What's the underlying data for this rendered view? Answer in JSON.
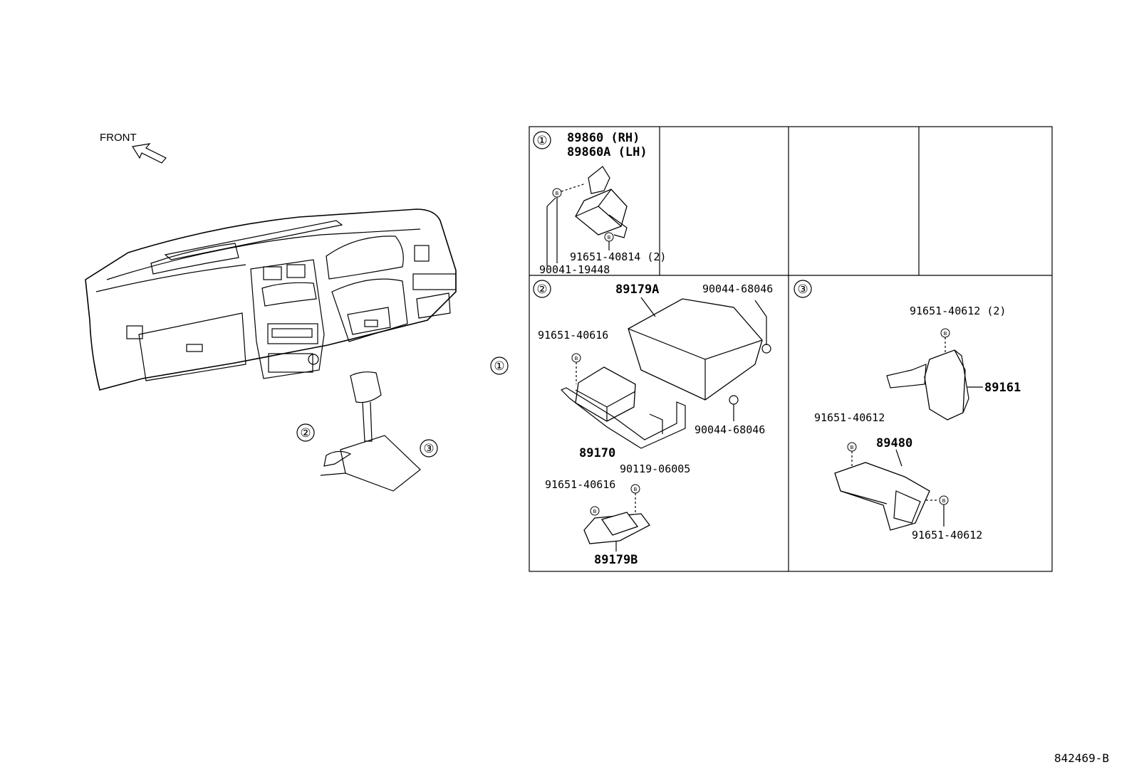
{
  "direction": {
    "label": "FRONT"
  },
  "callouts": {
    "overview_1": "①",
    "overview_2": "②",
    "overview_3": "③",
    "panel_1": "①",
    "panel_2": "②",
    "panel_3": "③"
  },
  "panel_1": {
    "part_rh": "89860  (RH)",
    "part_lh": "89860A (LH)",
    "screw_qty": "91651-40814 (2)",
    "bolt": "90041-19448"
  },
  "panel_2": {
    "cover": "89179A",
    "clip_top": "90044-68046",
    "clip_bottom": "90044-68046",
    "bolt_left": "91651-40616",
    "bracket": "89170",
    "nut": "90119-06005",
    "bolt_lower": "91651-40616",
    "sensor": "89179B"
  },
  "panel_3": {
    "bolt_qty": "91651-40612 (2)",
    "computer": "89161",
    "bolt_left": "91651-40612",
    "bracket": "89480",
    "bolt_right": "91651-40612"
  },
  "bolt_mark": "B",
  "diagram_ref": "842469-B"
}
